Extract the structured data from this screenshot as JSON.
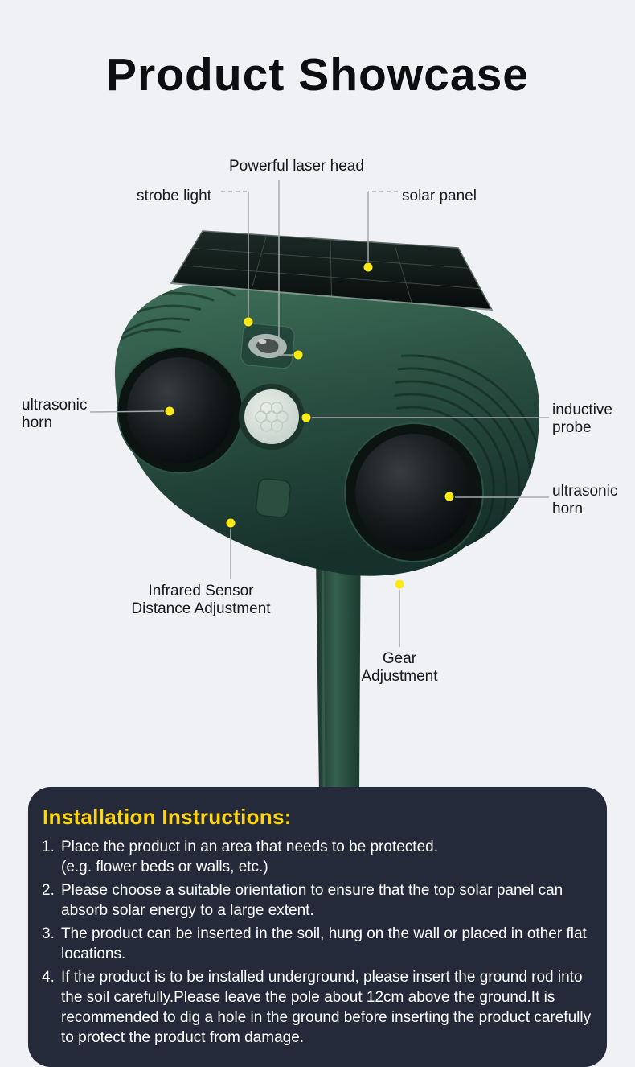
{
  "page": {
    "title": "Product Showcase",
    "background": "#f0f1f4"
  },
  "callouts": [
    {
      "id": "laser-head",
      "label": "Powerful laser head"
    },
    {
      "id": "strobe-light",
      "label": "strobe light"
    },
    {
      "id": "solar-panel",
      "label": "solar panel"
    },
    {
      "id": "ultrasonic-horn-left",
      "label": "ultrasonic\nhorn"
    },
    {
      "id": "inductive-probe",
      "label": "inductive\nprobe"
    },
    {
      "id": "ultrasonic-horn-right",
      "label": "ultrasonic\nhorn"
    },
    {
      "id": "infrared-sensor",
      "label": "Infrared Sensor\nDistance Adjustment"
    },
    {
      "id": "gear-adjustment",
      "label": "Gear\nAdjustment"
    }
  ],
  "instructions": {
    "title": "Installation Instructions:",
    "items": [
      {
        "num": "1.",
        "text": "Place the product in an area that needs to be protected.\n(e.g. flower beds or walls, etc.)"
      },
      {
        "num": "2.",
        "text": "Please choose a suitable orientation to ensure that the top solar panel can absorb solar energy to a large extent."
      },
      {
        "num": "3.",
        "text": "The product can be inserted in the soil, hung on the wall or placed in other flat locations."
      },
      {
        "num": "4.",
        "text": "If the product is to be installed underground, please insert the ground rod into the soil carefully.Please leave the pole about 12cm above the ground.It is recommended to dig a hole in the ground before inserting the product carefully to protect the product from damage."
      }
    ]
  },
  "colors": {
    "accent_yellow": "#ffd60a",
    "dot_yellow": "#ffe912",
    "panel_bg": "#252a3a",
    "line_gray": "#a6aab0",
    "page_bg": "#f0f1f4",
    "device_green": "#2d5343"
  }
}
